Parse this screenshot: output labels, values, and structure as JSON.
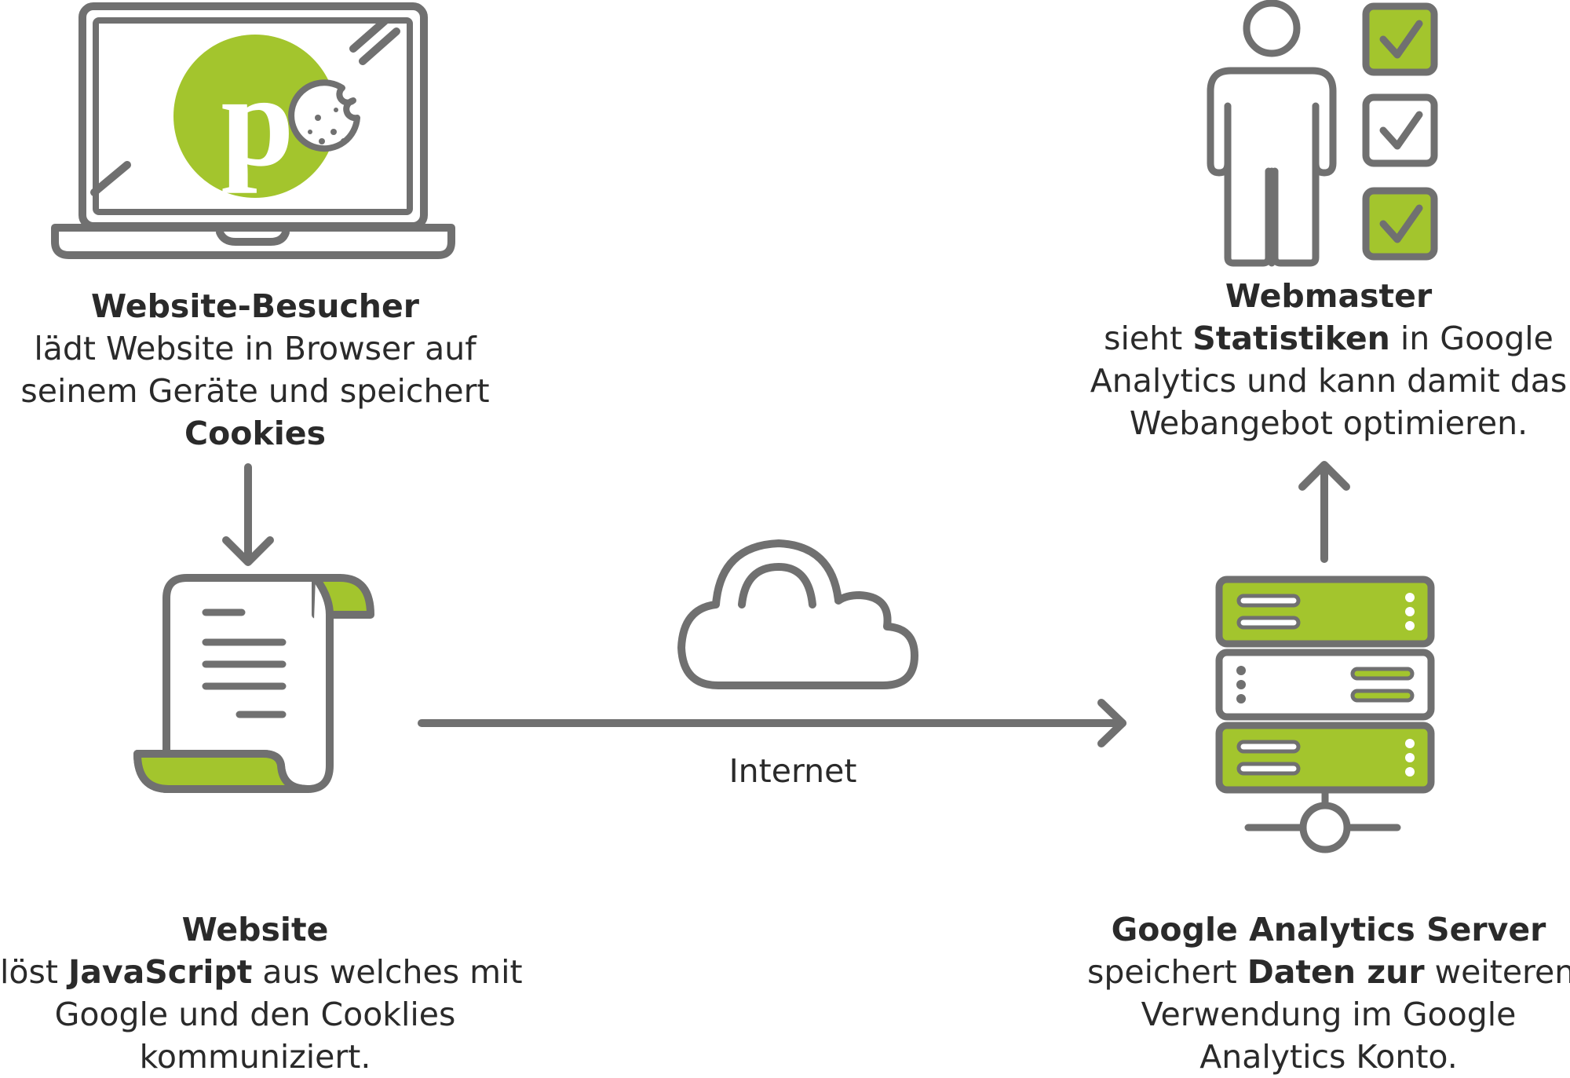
{
  "colors": {
    "stroke": "#707070",
    "accent": "#a3c52d",
    "text": "#2a2a2a"
  },
  "logo": {
    "letter": "p"
  },
  "visitor": {
    "title": "Website-Besucher",
    "line1": "lädt Website in Browser auf",
    "line2": "seinem Geräte und speichert",
    "line3": "Cookies"
  },
  "website": {
    "title": "Website",
    "line1_pre": "löst ",
    "line1_bold": "JavaScript",
    "line1_post": " aus welches mit",
    "line2": "Google und den Cooklies",
    "line3": "kommuniziert."
  },
  "internet": {
    "label": "Internet"
  },
  "webmaster": {
    "title": "Webmaster",
    "line1_pre": "sieht ",
    "line1_bold": "Statistiken",
    "line1_post": " in Google",
    "line2": "Analytics und kann damit das",
    "line3": "Webangebot optimieren."
  },
  "server": {
    "title": "Google Analytics Server",
    "line1_pre": "speichert ",
    "line1_bold": "Daten zur",
    "line1_post": " weiteren",
    "line2": "Verwendung im Google",
    "line3": "Analytics Konto."
  },
  "checklist": {
    "items": [
      {
        "checked": true,
        "filled": true
      },
      {
        "checked": true,
        "filled": false
      },
      {
        "checked": true,
        "filled": true
      }
    ]
  }
}
